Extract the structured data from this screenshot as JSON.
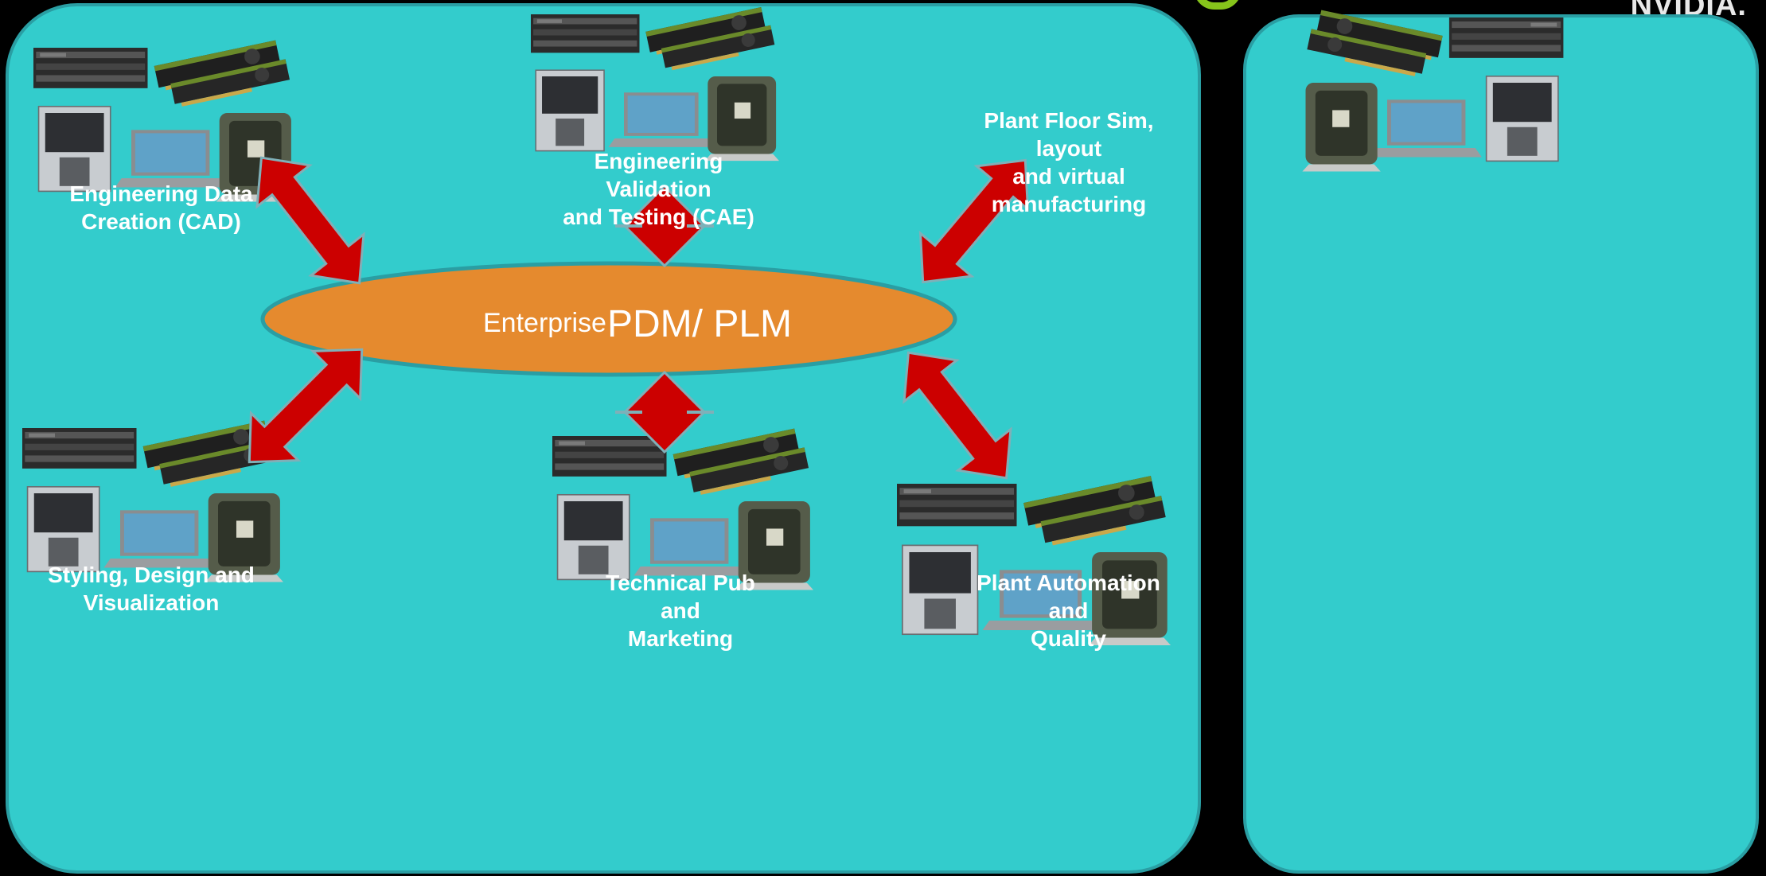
{
  "brand": {
    "name": "NVIDIA."
  },
  "hub": {
    "prefix": "Enterprise",
    "title": "PDM/ PLM",
    "color": "#e58a2e"
  },
  "nodes": {
    "cad": "Engineering Data\nCreation (CAD)",
    "cae": "Engineering Validation\nand Testing (CAE)",
    "styling": "Styling, Design and\nVisualization",
    "techpub": "Technical Pub and\nMarketing",
    "plantsim": "Plant Floor Sim, layout\nand virtual\nmanufacturing",
    "automation": "Plant Automation and\nQuality"
  },
  "colors": {
    "panel": "#33cccc",
    "arrow": "#cc0000",
    "background": "#000000",
    "accent": "#86c41b"
  },
  "icons": [
    "rack-server-icon",
    "graphics-card-icon",
    "tower-pc-icon",
    "laptop-icon",
    "workstation-icon"
  ]
}
